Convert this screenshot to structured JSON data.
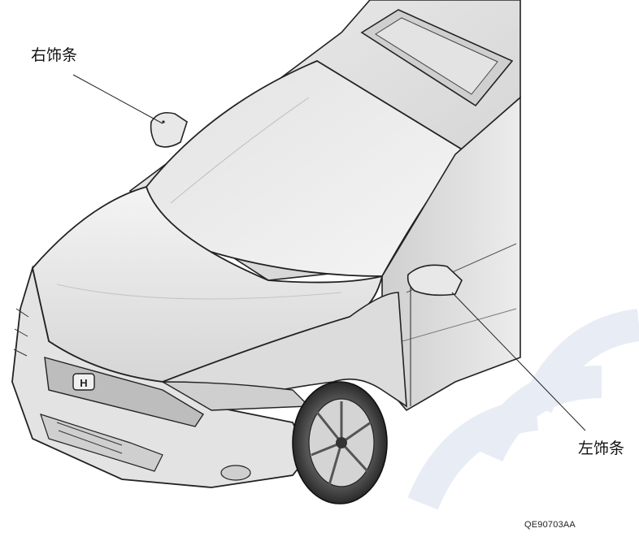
{
  "callouts": {
    "right_trim": "右饰条",
    "left_trim": "左饰条"
  },
  "figure_code": "QE90703AA",
  "colors": {
    "line": "#222222",
    "body_light": "#f2f2f2",
    "body_mid": "#d9d9d9",
    "body_dark": "#b8b8b8",
    "watermark": "#e6eaf4"
  }
}
